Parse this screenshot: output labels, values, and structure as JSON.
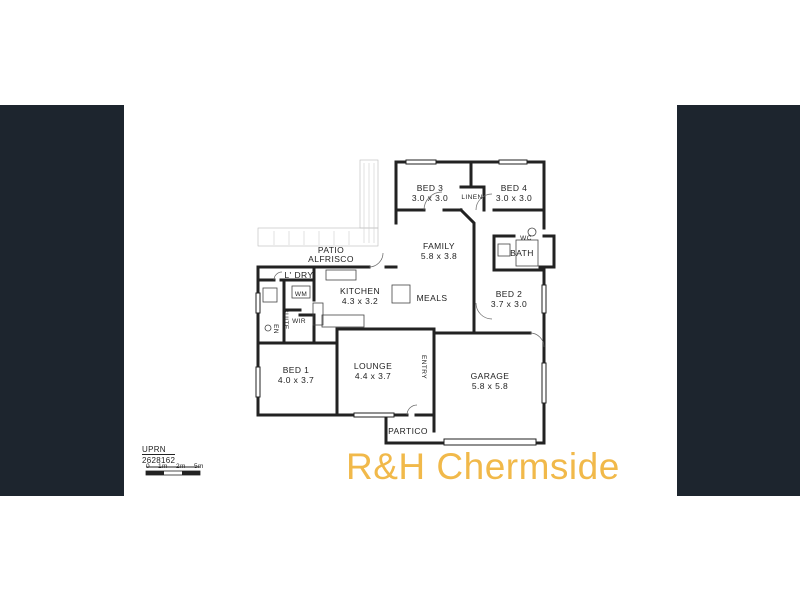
{
  "rooms": {
    "bed3": {
      "name": "BED 3",
      "size": "3.0 x 3.0"
    },
    "bed4": {
      "name": "BED 4",
      "size": "3.0 x 3.0"
    },
    "linen": "LINEN",
    "family": {
      "name": "FAMILY",
      "size": "5.8 x 3.8"
    },
    "wc": "WC",
    "bath": "BATH",
    "patio": {
      "line1": "PATIO",
      "line2": "ALFRISCO"
    },
    "laundry": "L'",
    "dry": "DRY",
    "wm": "WM",
    "kitchen": {
      "name": "KITCHEN",
      "size": "4.3 x 3.2"
    },
    "meals": "MEALS",
    "bed2": {
      "name": "BED 2",
      "size": "3.7 x 3.0"
    },
    "ensuite": {
      "line1": "EN",
      "line2": "SUITE"
    },
    "wir": "WIR",
    "bed1": {
      "name": "BED 1",
      "size": "4.0 x 3.7"
    },
    "lounge": {
      "name": "LOUNGE",
      "size": "4.4 x 3.7"
    },
    "entry": "ENTRY",
    "garage": {
      "name": "GARAGE",
      "size": "5.8 x 5.8"
    },
    "partico": "PARTICO"
  },
  "uprn": {
    "label": "UPRN",
    "number": "2628162"
  },
  "scale": {
    "t0": "0",
    "t1": "1m",
    "t2": "2m",
    "t3": "5m"
  },
  "brand": {
    "text": "R&H Chermside",
    "color": "#f1b94a"
  },
  "colors": {
    "background": "#1d252e",
    "wall": "#222222"
  }
}
